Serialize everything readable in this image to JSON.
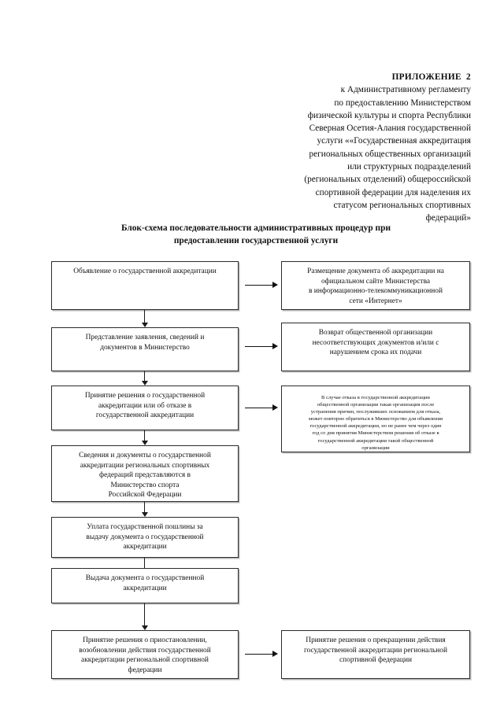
{
  "document": {
    "header": {
      "lines": [
        "ПРИЛОЖЕНИЕ  2",
        "к Административному регламенту",
        "по предоставлению Министерством",
        "физической культуры и спорта Республики",
        "Северная Осетия-Алания государственной",
        "услуги ««Государственная аккредитация",
        "региональных общественных организаций",
        "или структурных подразделений",
        "(региональных отделений) общероссийской",
        "спортивной федерации для наделения их",
        "статусом региональных спортивных",
        "федераций»"
      ]
    },
    "title": {
      "line1": "Блок-схема последовательности административных процедур при",
      "line2": "предоставлении государственной услуги"
    },
    "flowchart": {
      "nodes": {
        "n1": "Объявление о государственной аккредитации",
        "n1r": "Размещение документа об аккредитации на\nофициальном сайте Министерства\nв информационно-телекоммуникационной\nсети «Интернет»",
        "n2": "Представление заявления, сведений и\nдокументов в Министерство",
        "n2r": "Возврат общественной организации\nнесоответствующих документов и/или с\nнарушением срока их подачи",
        "n3": "Принятие решения о государственной\nаккредитации или об отказе в\nгосударственной аккредитации",
        "n3r": "В случае отказа в государственной аккредитации\nобщественной организации такая организация после\nустранения причин, послуживших основанием для отказа,\nможет повторно обратиться в Министерство для объявления\nгосударственной аккредитации, но не ранее чем через один\nгод со дня принятия Министерством решения об отказе в\nгосударственной аккредитации такой общественной\nорганизации",
        "n4": "Сведения и документы о государственной\nаккредитации региональных спортивных\nфедераций  представляются в\nМинистерство спорта\nРоссийской  Федерации",
        "n5": "Уплата государственной пошлины  за\nвыдачу документа о государственной\nаккредитации",
        "n6": "Выдача документа о государственной\nаккредитации",
        "n7": "Принятие решения о приостановлении,\nвозобновлении действия государственной\nаккредитации региональной спортивной\nфедерации",
        "n7r": "Принятие решения о прекращении действия\nгосударственной аккредитации региональной\nспортивной федерации"
      }
    }
  }
}
